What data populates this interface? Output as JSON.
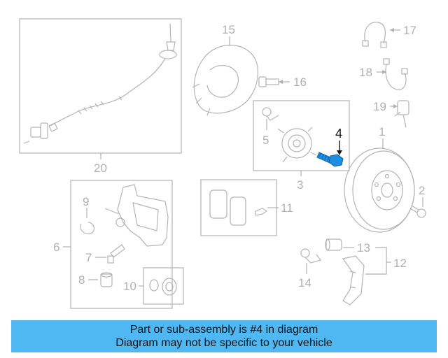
{
  "callouts": {
    "c1": "1",
    "c2": "2",
    "c3": "3",
    "c4": "4",
    "c5": "5",
    "c6": "6",
    "c7": "7",
    "c8": "8",
    "c9": "9",
    "c10": "10",
    "c11": "11",
    "c12": "12",
    "c13": "13",
    "c14": "14",
    "c15": "15",
    "c16": "16",
    "c17": "17",
    "c18": "18",
    "c19": "19",
    "c20": "20"
  },
  "highlighted_part": "4",
  "colors": {
    "highlight": "#1e8fe0",
    "banner": "#4fb7f2",
    "line_art": "#b4b4b4"
  },
  "banner": {
    "line1": "Part or sub-assembly is #4 in diagram",
    "line2": "Diagram may not be specific to your vehicle"
  }
}
